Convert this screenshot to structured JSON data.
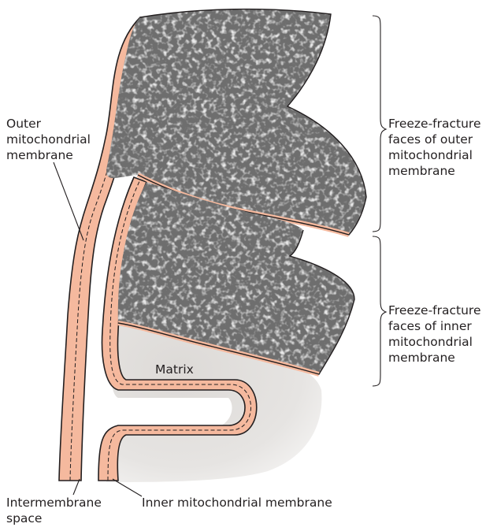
{
  "labels": {
    "outer_membrane": [
      "Outer",
      "mitochondrial",
      "membrane"
    ],
    "ff_outer": [
      "Freeze-fracture",
      "faces of outer",
      "mitochondrial",
      "membrane"
    ],
    "ff_inner": [
      "Freeze-fracture",
      "faces of inner",
      "mitochondrial",
      "membrane"
    ],
    "matrix": "Matrix",
    "intermembrane_space": [
      "Intermembrane",
      "space"
    ],
    "inner_membrane": "Inner mitochondrial membrane"
  },
  "colors": {
    "membrane_fill": "#f5b99e",
    "outline": "#231f20",
    "matrix_fill": "#e3e1df",
    "fracture_face": "#707070",
    "text": "#231f20"
  }
}
